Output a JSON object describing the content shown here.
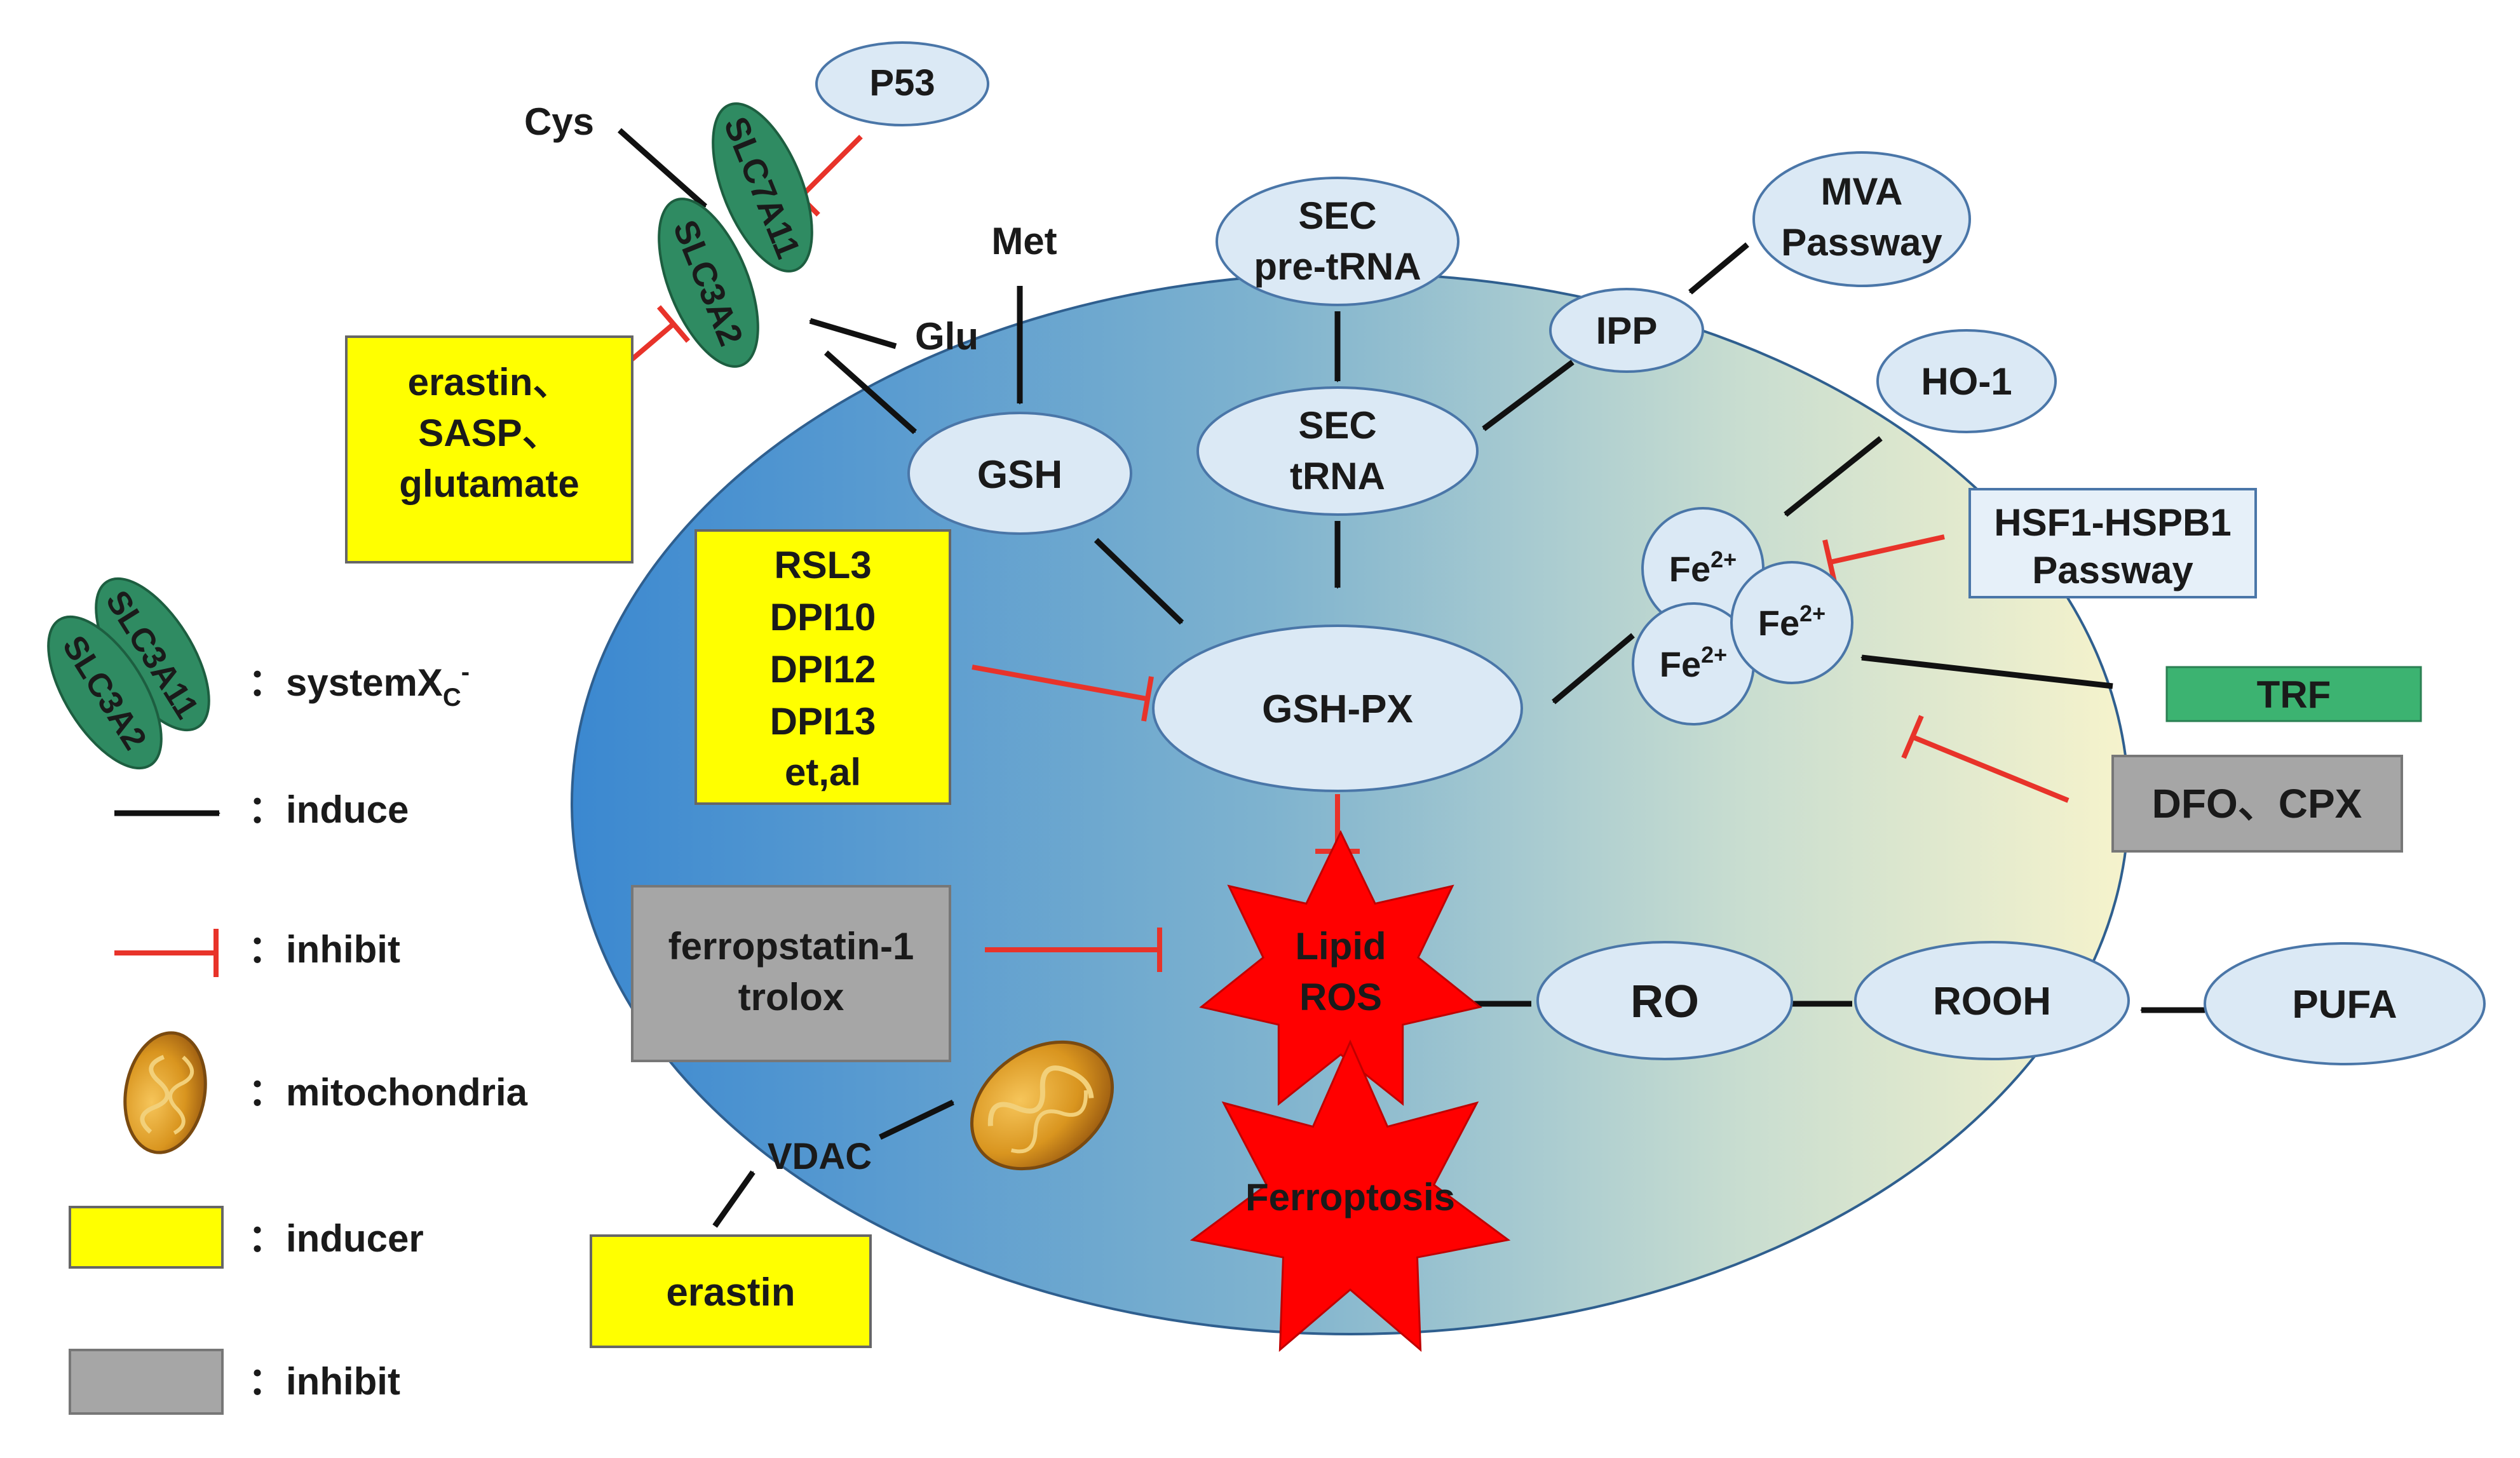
{
  "colors": {
    "inhibit_line": "#e8332a",
    "induce_line": "#111111",
    "inducer_box": "#ffff00",
    "inhibitor_box": "#a6a6a6",
    "node_fill": "#dbe9f5",
    "node_stroke": "#4a76a8",
    "cell_edge_left": "#3b88d0",
    "cell_edge_right": "#f6f3cc",
    "star_red": "#ff0000",
    "transporter_green": "#2f8b62",
    "trf_green": "#3cb371"
  },
  "nodes": {
    "p53": "P53",
    "sec_pre_line1": "SEC",
    "sec_pre_line2": "pre-tRNA",
    "mva_line1": "MVA",
    "mva_line2": "Passway",
    "ipp": "IPP",
    "ho1": "HO-1",
    "sec_trna_line1": "SEC",
    "sec_trna_line2": "tRNA",
    "gsh": "GSH",
    "gsh_px": "GSH-PX",
    "fe_base": "Fe",
    "fe_charge": "2+",
    "ro": "RO",
    "rooh": "ROOH",
    "pufa": "PUFA"
  },
  "labels": {
    "cys": "Cys",
    "met": "Met",
    "glu": "Glu",
    "vdac": "VDAC",
    "slc7a11": "SLC7A11",
    "slc3a2": "SLC3A2"
  },
  "boxes": {
    "erastin_sasp": [
      "erastin、",
      "SASP、",
      "glutamate"
    ],
    "rsl3_group": [
      "RSL3",
      "DPI10",
      "DPI12",
      "DPI13",
      "et,al"
    ],
    "hsf1_line1": "HSF1-HSPB1",
    "hsf1_line2": "Passway",
    "trf": "TRF",
    "dfo_cpx": "DFO、CPX",
    "ferrostatin_line1": "ferropstatin-1",
    "ferrostatin_line2": "trolox",
    "erastin": "erastin"
  },
  "stars": {
    "lipid_ros_line1": "Lipid",
    "lipid_ros_line2": "ROS",
    "ferroptosis": "Ferroptosis"
  },
  "legend": {
    "systemxc_prefix": "：systemX",
    "systemxc_sub": "C",
    "systemxc_sup": "-",
    "slc3a11_legend": "SLC3A11",
    "slc3a2_legend": "SLC3A2",
    "induce": "：induce",
    "inhibit": "：inhibit",
    "mitochondria": "：mitochondria",
    "inducer": "：inducer",
    "inhibit_box": "：inhibit"
  }
}
